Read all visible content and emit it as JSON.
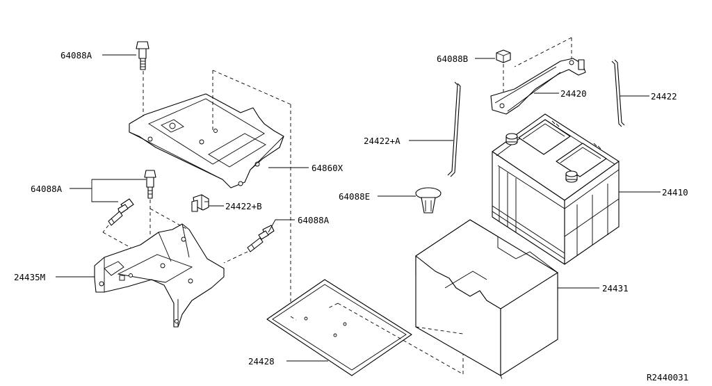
{
  "diagram": {
    "labels": {
      "bolt_top": "64088A",
      "bolt_mid": "64088A",
      "bolt_right": "64088A",
      "nut": "64088B",
      "clip": "64088E",
      "tray_upper": "64860X",
      "clip_bracket": "24422+B",
      "bracket_lower": "24435M",
      "rod_left": "24422+A",
      "hold_down": "24420",
      "rod_right": "24422",
      "battery": "24410",
      "cover": "24431",
      "tray_lower": "24428",
      "diagram_id": "R2440031"
    }
  }
}
